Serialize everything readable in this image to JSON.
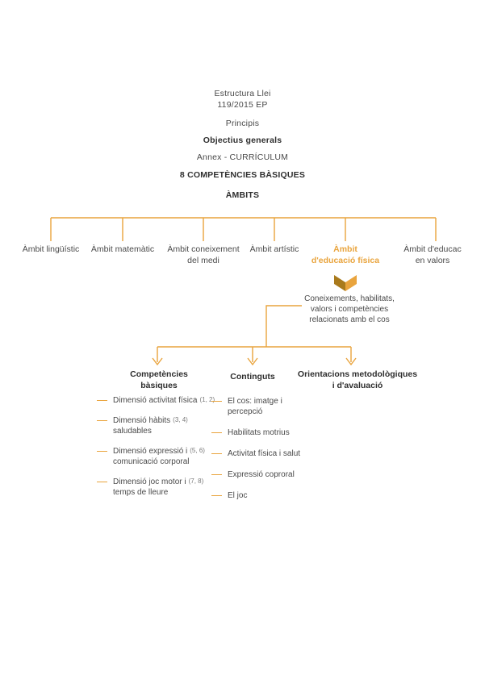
{
  "colors": {
    "accent": "#E9A43D",
    "accent_dark": "#A97A1C",
    "text": "#4a4a4a",
    "text_strong": "#2e2e2e"
  },
  "header": {
    "items": [
      {
        "text": "Estructura Llei\n119/2015 EP"
      },
      {
        "text": "Principis"
      },
      {
        "text": "Objectius generals"
      },
      {
        "text": "Annex - CURRÍCULUM"
      },
      {
        "text": "8 COMPETÈNCIES BÀSIQUES"
      },
      {
        "text": "ÀMBITS"
      }
    ]
  },
  "branches": [
    {
      "label": "Àmbit lingüístic",
      "highlighted": false
    },
    {
      "label": "Àmbit matemàtic",
      "highlighted": false
    },
    {
      "label": "Àmbit coneixement\ndel medi",
      "highlighted": false
    },
    {
      "label": "Àmbit artístic",
      "highlighted": false
    },
    {
      "label": "Àmbit\nd'educació física",
      "highlighted": true
    },
    {
      "label": "Àmbit d'educac\nen valors",
      "highlighted": false
    }
  ],
  "callout": {
    "text": "Coneixements, habilitats,\nvalors i competències\nrelacionats amb el cos"
  },
  "columns": [
    {
      "title": "Competències\nbàsiques",
      "items": [
        {
          "l1": "Dimensió activitat física",
          "ref": "(1, 2)",
          "l2": ""
        },
        {
          "l1": "Dimensió hàbits",
          "ref": "(3, 4)",
          "l2": "saludables"
        },
        {
          "l1": "Dimensió expressió i",
          "ref": "(5, 6)",
          "l2": "comunicació corporal"
        },
        {
          "l1": "Dimensió joc motor i",
          "ref": "(7, 8)",
          "l2": "temps de lleure"
        }
      ]
    },
    {
      "title": "Continguts",
      "items": [
        {
          "l1": "El cos: imatge i",
          "l2": "percepció"
        },
        {
          "l1": "Habilitats motrius",
          "l2": ""
        },
        {
          "l1": "Activitat física i salut",
          "l2": ""
        },
        {
          "l1": "Expressió coproral",
          "l2": ""
        },
        {
          "l1": "El joc",
          "l2": ""
        }
      ]
    },
    {
      "title": "Orientacions metodològiques\ni d'avaluació",
      "items": []
    }
  ]
}
